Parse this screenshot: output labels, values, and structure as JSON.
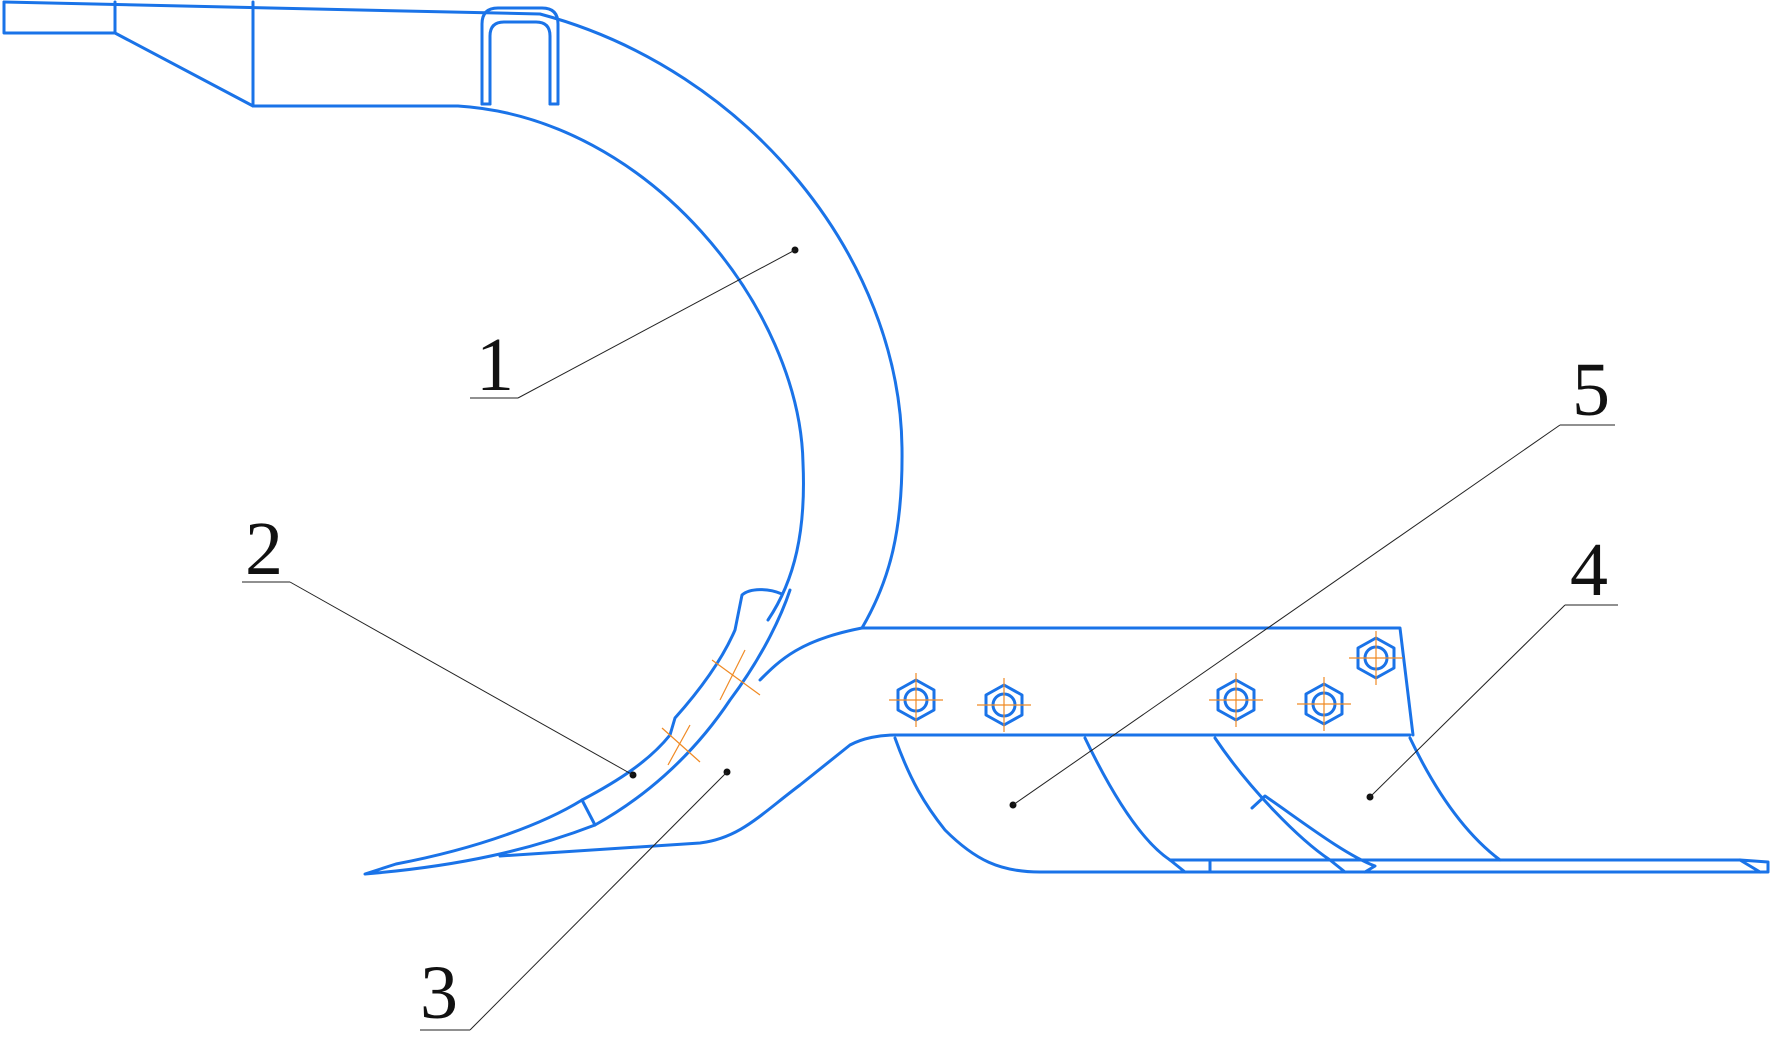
{
  "callouts": [
    {
      "id": "1",
      "text": "1"
    },
    {
      "id": "2",
      "text": "2"
    },
    {
      "id": "3",
      "text": "3"
    },
    {
      "id": "4",
      "text": "4"
    },
    {
      "id": "5",
      "text": "5"
    }
  ],
  "colors": {
    "outline": "#1a73e8",
    "centerline": "#f08a24",
    "leader": "#222222"
  },
  "bolt_count": 5
}
